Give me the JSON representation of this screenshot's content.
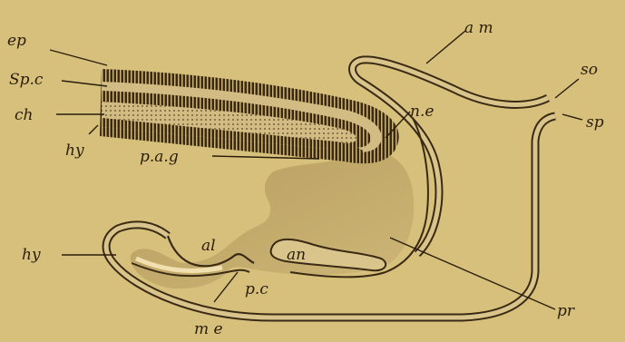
{
  "figure": {
    "background_color": "#d7c07b",
    "ink_color": "#2a1d0c",
    "labels": {
      "ep": "ep",
      "sp_c": "Sp.c",
      "ch": "ch",
      "hy_top": "hy",
      "p_a_g": "p.a.g",
      "n_e": "n.e",
      "am": "a m",
      "so": "so",
      "sp": "sp",
      "hy_left": "hy",
      "al": "al",
      "an": "an",
      "p_c": "p.c",
      "me": "m e",
      "pr": "pr"
    }
  }
}
